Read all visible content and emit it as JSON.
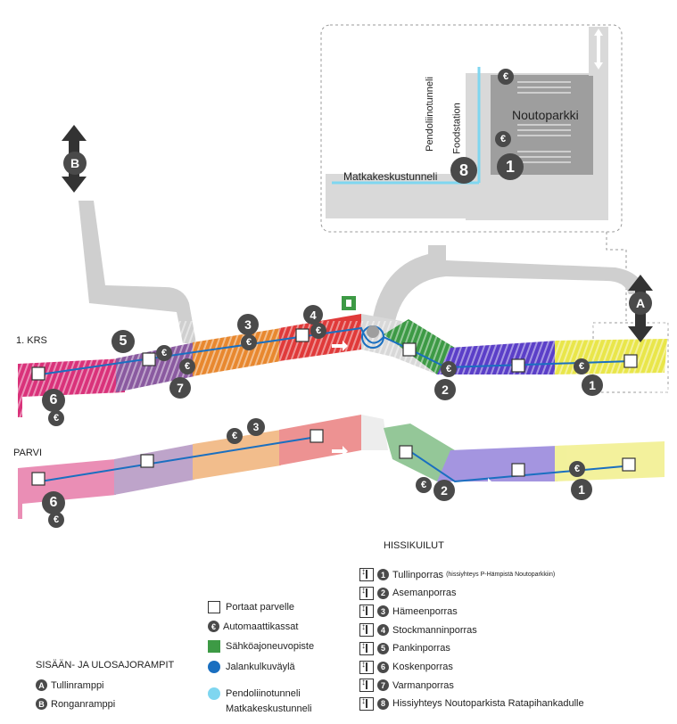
{
  "labels": {
    "floor1": "1. KRS",
    "parvi": "PARVI",
    "noutoparkki": "Noutoparkki",
    "pendoliino": "Pendoliinotunneli",
    "foodstation": "Foodstation",
    "matkakeskus": "Matkakeskustunneli"
  },
  "ramps": {
    "title": "SISÄÄN- JA ULOSAJORAMPIT",
    "items": [
      {
        "key": "A",
        "label": "Tullinramppi"
      },
      {
        "key": "B",
        "label": "Ronganramppi"
      }
    ]
  },
  "legend": [
    {
      "icon": "stairs-icon",
      "label": "Portaat parvelle"
    },
    {
      "icon": "euro-icon",
      "label": "Automaattikassat"
    },
    {
      "icon": "ev-charger-icon",
      "label": "Sähköajoneuvopiste"
    },
    {
      "icon": "walkway-dot-icon",
      "label": "Jalankulkuväylä"
    },
    {
      "icon": "tunnel-dot-icon",
      "label": "Pendoliinotunneli"
    },
    {
      "icon": "",
      "label": "Matkakeskustunneli"
    }
  ],
  "lifts": {
    "title": "HISSIKUILUT",
    "items": [
      {
        "num": "1",
        "label": "Tullinporras",
        "note": "(hissiyhteys P-Hämpistä Noutoparkkiin)"
      },
      {
        "num": "2",
        "label": "Asemanporras",
        "note": ""
      },
      {
        "num": "3",
        "label": "Hämeenporras",
        "note": ""
      },
      {
        "num": "4",
        "label": "Stockmanninporras",
        "note": ""
      },
      {
        "num": "5",
        "label": "Pankinporras",
        "note": ""
      },
      {
        "num": "6",
        "label": "Koskenporras",
        "note": ""
      },
      {
        "num": "7",
        "label": "Varmanporras",
        "note": ""
      },
      {
        "num": "8",
        "label": "Hissiyhteys Noutoparkista Ratapihankadulle",
        "note": ""
      }
    ]
  },
  "map_markers": {
    "upper": [
      "1",
      "2",
      "3",
      "4",
      "5",
      "6",
      "7",
      "8",
      "1"
    ],
    "lower": [
      "1",
      "2",
      "3",
      "6"
    ],
    "ramps": [
      "A",
      "B"
    ],
    "euro": "€"
  },
  "colors": {
    "pink": "#d9327a",
    "purple": "#8a5aa0",
    "orange": "#e8882f",
    "red": "#e03a3a",
    "green": "#3d9a45",
    "violet": "#5b3fc8",
    "yellow": "#e9e64a",
    "gray": "#cfcfcf",
    "walkway": "#1a6fc0",
    "tunnel": "#7fd6f0"
  }
}
